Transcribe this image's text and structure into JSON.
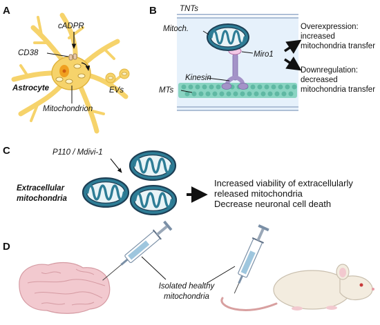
{
  "panels": {
    "a": {
      "letter": "A",
      "cadpr": "cADPR",
      "cd38": "CD38",
      "astrocyte": "Astrocyte",
      "evs": "EVs",
      "mitochondrion": "Mitochondrion"
    },
    "b": {
      "letter": "B",
      "tnts": "TNTs",
      "mitoch": "Mitoch.",
      "miro1": "Miro1",
      "kinesin": "Kinesin",
      "mts": "MTs",
      "over_1": "Overexpression:",
      "over_2": "increased",
      "over_3": "mitochondria transfer",
      "down_1": "Downregulation:",
      "down_2": "decreased",
      "down_3": "mitochondria transfer"
    },
    "c": {
      "letter": "C",
      "inhibitor": "P110 / Mdivi-1",
      "extra_1": "Extracellular",
      "extra_2": "mitochondria",
      "result_1": "Increased viability of extracellularly",
      "result_2": "released mitochondria",
      "result_3": "Decrease neuronal cell death"
    },
    "d": {
      "letter": "D",
      "iso_1": "Isolated healthy",
      "iso_2": "mitochondria"
    }
  },
  "colors": {
    "astrocyte_fill": "#f6d36b",
    "astrocyte_stroke": "#e0b43e",
    "nucleus": "#f0a020",
    "mito_fill": "#2e7d96",
    "mito_stroke": "#1d3f55",
    "tnt_bg": "#e6f1fb",
    "tnt_line": "#aebfd6",
    "microtubule": "#8ad4c2",
    "kinesin": "#a493c8",
    "miro": "#f2c8e6",
    "brain": "#f2c9cf",
    "mouse": "#f3ecdf",
    "tail": "#d8a0a0",
    "syringe": "#9ec6de"
  },
  "icons": [
    "astrocyte-icon",
    "mitochondrion-icon",
    "kinesin-icon",
    "microtubule-icon",
    "brain-icon",
    "mouse-icon",
    "syringe-icon",
    "arrow-icon"
  ]
}
